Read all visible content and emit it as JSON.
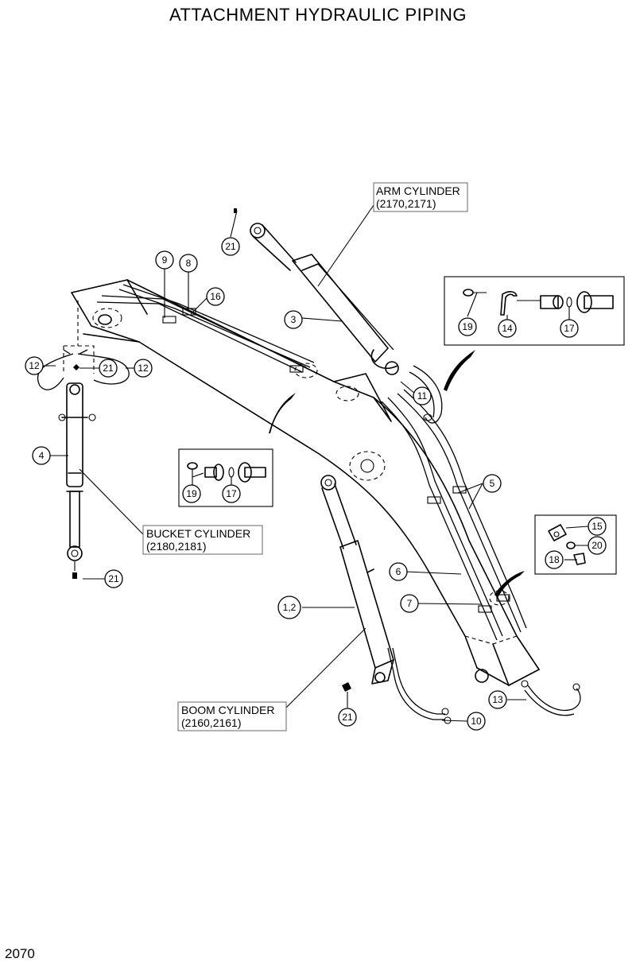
{
  "title": "ATTACHMENT HYDRAULIC PIPING",
  "page_number": "2070",
  "labels": {
    "arm_cylinder": {
      "name": "ARM CYLINDER",
      "codes": "(2170,2171)"
    },
    "bucket_cylinder": {
      "name": "BUCKET CYLINDER",
      "codes": "(2180,2181)"
    },
    "boom_cylinder": {
      "name": "BOOM CYLINDER",
      "codes": "(2160,2161)"
    }
  },
  "callouts": {
    "c21_arm": "21",
    "c9": "9",
    "c8": "8",
    "c16": "16",
    "c3": "3",
    "c12_left": "12",
    "c21_bucket_top": "21",
    "c12_right": "12",
    "c4": "4",
    "c21_bucket_bottom": "21",
    "c11": "11",
    "c5": "5",
    "c6": "6",
    "c7": "7",
    "c1_2": "1,2",
    "c21_boom": "21",
    "c10": "10",
    "c13": "13",
    "c19_upper": "19",
    "c14": "14",
    "c17_upper": "17",
    "c19_mid": "19",
    "c17_mid": "17",
    "c15": "15",
    "c20": "20",
    "c18": "18"
  }
}
